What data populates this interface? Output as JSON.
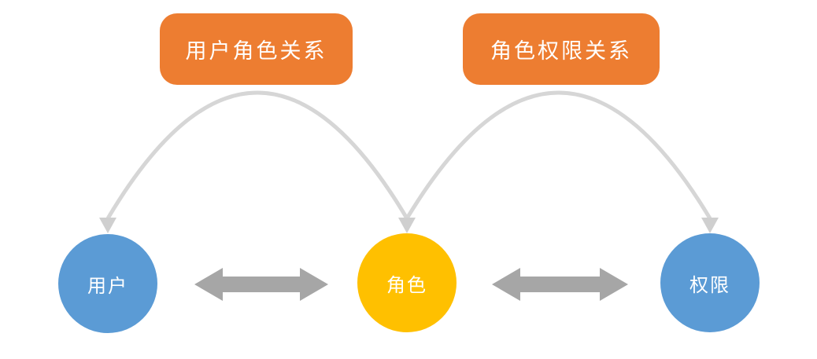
{
  "diagram": {
    "relation_labels": {
      "user_role": "用户角色关系",
      "role_permission": "角色权限关系"
    },
    "nodes": {
      "user": "用户",
      "role": "角色",
      "permission": "权限"
    },
    "colors": {
      "relation_box": "#ED7D31",
      "user_node": "#5B9BD5",
      "role_node": "#FFC000",
      "permission_node": "#5B9BD5",
      "double_arrow": "#A6A6A6",
      "relation_arc": "#D6D6D6",
      "arc_arrowhead": "#CFCFCF",
      "label_text": "#FFFFFF",
      "background": "#FFFFFF"
    }
  }
}
